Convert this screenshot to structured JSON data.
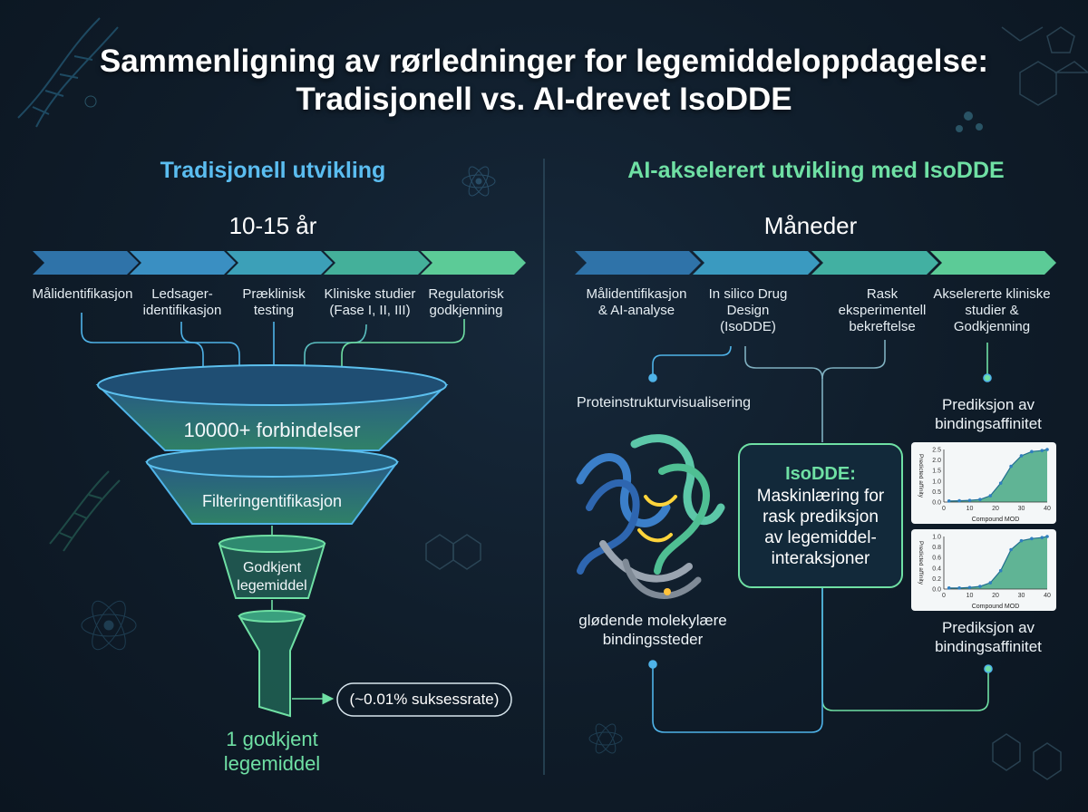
{
  "title_line1": "Sammenligning av rørledninger for legemiddeloppdagelse:",
  "title_line2": "Tradisjonell vs. AI-drevet IsoDDE",
  "left": {
    "heading": "Tradisjonell utvikling",
    "timeline": "10-15 år",
    "stages": [
      "Målidentifikasjon",
      "Ledsager-\nidentifikasjon",
      "Præklinisk\ntesting",
      "Kliniske studier\n(Fase I, II, III)",
      "Regulatorisk\ngodkjenning"
    ],
    "funnel": [
      "10000+ forbindelser",
      "Filteringentifikasjon",
      "Godkjent\nlegemiddel"
    ],
    "success_rate": "(~0.01% suksessrate)",
    "result": "1 godkjent\nlegemiddel"
  },
  "right": {
    "heading": "AI-akselerert utvikling med IsoDDE",
    "timeline": "Måneder",
    "stages": [
      "Målidentifikasjon\n& AI-analyse",
      "In silico Drug\nDesign\n(IsoDDE)",
      "Rask\neksperimentell\nbekreftelse",
      "Akselererte kliniske\nstudier &\nGodkjenning"
    ],
    "protein_label": "Proteinstrukturvisualisering",
    "binding_label": "glødende molekylære\nbindingssteder",
    "center_box": {
      "title": "IsoDDE:",
      "body": "Maskinlæring for\nrask prediksjon\nav legemiddel-\ninteraksjoner"
    },
    "prediction_label_top": "Prediksjon av\nbindingsaffinitet",
    "prediction_label_bottom": "Prediksjon av\nbindingsaffinitet"
  },
  "colors": {
    "blue": "#4fb3e8",
    "green": "#6fe0a4",
    "bg": "#0f1c29"
  },
  "chart_data": [
    {
      "type": "scatter",
      "xlabel": "Compound MOD",
      "ylabel": "Predicted affinity",
      "xlim": [
        0,
        40
      ],
      "ylim": [
        0,
        2.5
      ],
      "x_ticks": [
        0,
        10,
        20,
        30,
        40
      ],
      "y_ticks": [
        0.0,
        0.5,
        1.0,
        1.5,
        2.0,
        2.5
      ],
      "x": [
        2,
        6,
        10,
        14,
        18,
        22,
        26,
        30,
        34,
        38,
        40
      ],
      "y": [
        0.05,
        0.06,
        0.08,
        0.12,
        0.3,
        0.9,
        1.7,
        2.2,
        2.4,
        2.45,
        2.5
      ]
    },
    {
      "type": "scatter",
      "xlabel": "Compound MOD",
      "ylabel": "Predicted affinity",
      "xlim": [
        0,
        40
      ],
      "ylim": [
        0,
        1.0
      ],
      "x_ticks": [
        0,
        10,
        20,
        30,
        40
      ],
      "y_ticks": [
        0.0,
        0.2,
        0.4,
        0.6,
        0.8,
        1.0
      ],
      "x": [
        2,
        6,
        10,
        14,
        18,
        22,
        26,
        30,
        34,
        38,
        40
      ],
      "y": [
        0.02,
        0.02,
        0.03,
        0.05,
        0.12,
        0.35,
        0.75,
        0.92,
        0.96,
        0.98,
        1.0
      ]
    }
  ]
}
